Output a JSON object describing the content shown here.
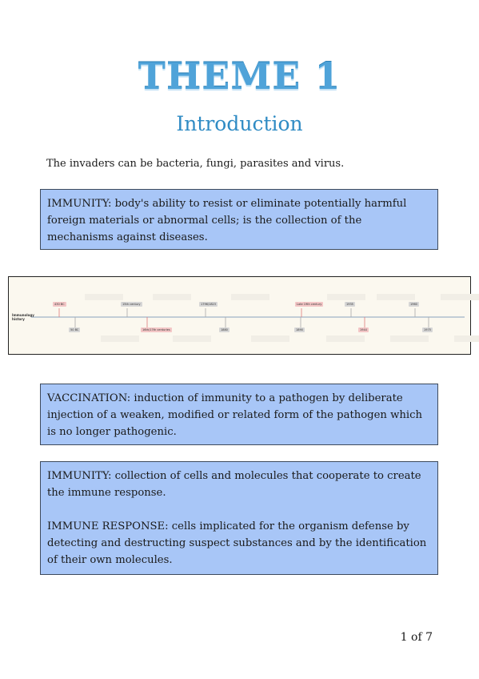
{
  "page": {
    "title": "THEME 1",
    "subtitle": "Introduction",
    "intro": "The invaders can be bacteria, fungi, parasites and virus.",
    "box1": "IMMUNITY: body's ability to resist or eliminate potentially harmful foreign materials or abnormal cells; is the collection of the mechanisms against diseases.",
    "box2": "VACCINATION: induction of immunity to a pathogen by deliberate injection of a weaken, modified or related form of the pathogen which is no longer pathogenic.",
    "box3_p1": "IMMUNITY: collection of cells and molecules that cooperate to create the immune response.",
    "box3_p2": "IMMUNE RESPONSE: cells implicated for the organism defense by detecting and destructing suspect substances and by the identification of their own molecules.",
    "page_number": "1 of 7"
  },
  "timeline": {
    "label": "Immunology history",
    "top_nodes": [
      {
        "label": "430 BC",
        "style": "red"
      },
      {
        "label": "15th century",
        "style": "gray"
      },
      {
        "label": "1796/1823",
        "style": "gray"
      },
      {
        "label": "Late 19th century",
        "style": "red"
      },
      {
        "label": "1935",
        "style": "gray"
      },
      {
        "label": "1960",
        "style": "gray"
      }
    ],
    "bottom_nodes": [
      {
        "label": "50 BC",
        "style": "gray"
      },
      {
        "label": "16th/17th centuries",
        "style": "red"
      },
      {
        "label": "1880",
        "style": "gray"
      },
      {
        "label": "1890",
        "style": "gray"
      },
      {
        "label": "1944",
        "style": "red"
      },
      {
        "label": "1975",
        "style": "gray"
      }
    ]
  }
}
